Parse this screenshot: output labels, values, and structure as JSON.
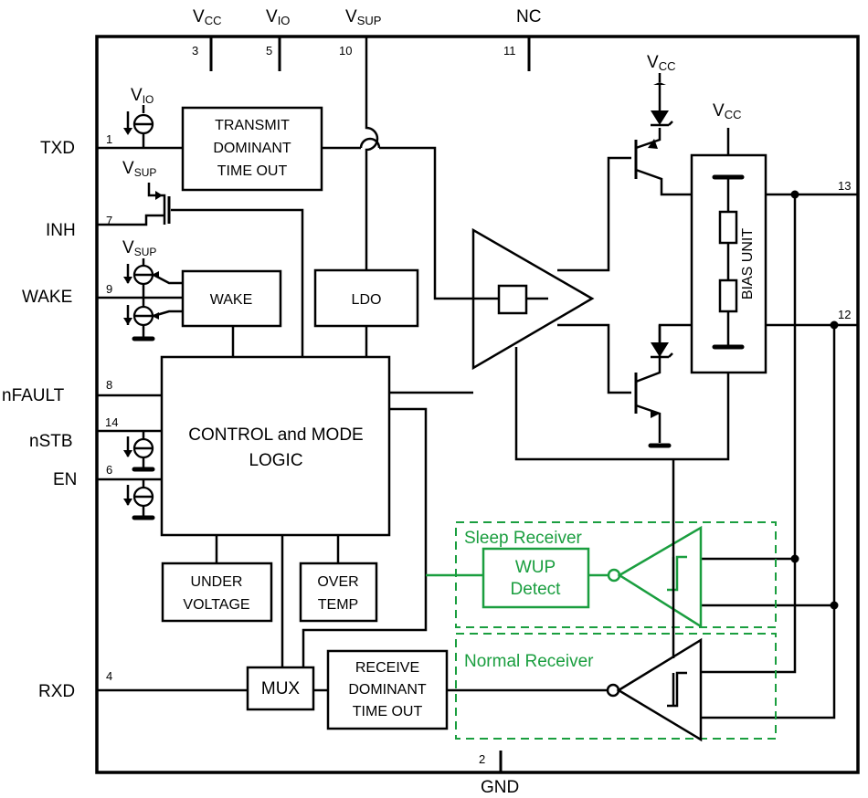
{
  "supply_pins": {
    "vcc": {
      "name": "V",
      "sub": "CC",
      "num": "3"
    },
    "vio": {
      "name": "V",
      "sub": "IO",
      "num": "5"
    },
    "vsup": {
      "name": "V",
      "sub": "SUP",
      "num": "10"
    },
    "nc": {
      "name": "NC",
      "num": "11"
    }
  },
  "left_pins": {
    "txd": {
      "name": "TXD",
      "num": "1"
    },
    "inh": {
      "name": "INH",
      "num": "7"
    },
    "wake": {
      "name": "WAKE",
      "num": "9"
    },
    "nfault": {
      "name": "nFAULT",
      "num": "8"
    },
    "nstb": {
      "name": "nSTB",
      "num": "14"
    },
    "en": {
      "name": "EN",
      "num": "6"
    },
    "rxd": {
      "name": "RXD",
      "num": "4"
    }
  },
  "right_pins": {
    "canh": {
      "num": "13"
    },
    "canl": {
      "num": "12"
    }
  },
  "gnd_pin": {
    "name": "GND",
    "num": "2"
  },
  "internal_supply_labels": {
    "vio": {
      "name": "V",
      "sub": "IO"
    },
    "vsup_inh": {
      "name": "V",
      "sub": "SUP"
    },
    "vsup_wake": {
      "name": "V",
      "sub": "SUP"
    },
    "vcc_driver": {
      "name": "V",
      "sub": "CC"
    },
    "vcc_bias": {
      "name": "V",
      "sub": "CC"
    }
  },
  "blocks": {
    "transmit_timeout": [
      "TRANSMIT",
      "DOMINANT",
      "TIME OUT"
    ],
    "wake": "WAKE",
    "ldo": "LDO",
    "control_logic": [
      "CONTROL and MODE",
      "LOGIC"
    ],
    "under_voltage": [
      "UNDER",
      "VOLTAGE"
    ],
    "over_temp": [
      "OVER",
      "TEMP"
    ],
    "mux": "MUX",
    "receive_timeout": [
      "RECEIVE",
      "DOMINANT",
      "TIME OUT"
    ],
    "bias_unit": "BIAS UNIT",
    "wup_detect": [
      "WUP",
      "Detect"
    ]
  },
  "regions": {
    "sleep_receiver": "Sleep Receiver",
    "normal_receiver": "Normal Receiver"
  },
  "colors": {
    "line": "#000000",
    "sleep_path": "#1a9e3f"
  }
}
